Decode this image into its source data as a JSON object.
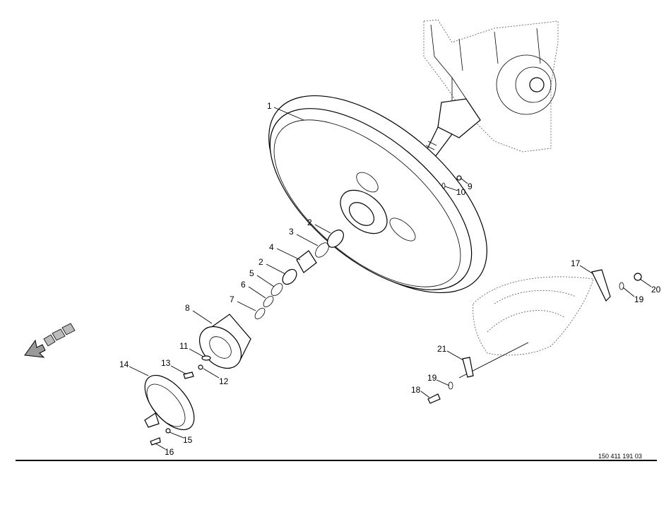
{
  "diagram": {
    "drawing_number": "150 411 191 03",
    "callouts": [
      "1",
      "2",
      "3",
      "4",
      "2",
      "5",
      "6",
      "7",
      "8",
      "11",
      "12",
      "13",
      "14",
      "15",
      "16",
      "9",
      "10",
      "17",
      "19",
      "20",
      "21",
      "19",
      "18"
    ]
  }
}
